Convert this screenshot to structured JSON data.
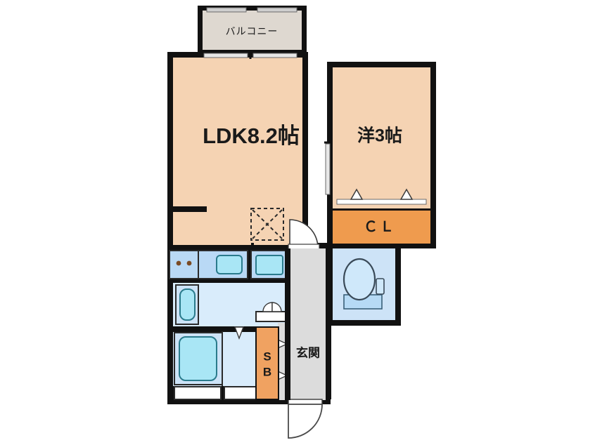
{
  "plan": {
    "title": "Apartment floor plan",
    "type": "1LDK",
    "rooms": [
      {
        "id": "balcony",
        "label": "バルコニー",
        "fill": "#ded8d0"
      },
      {
        "id": "ldk",
        "label": "LDK8.2帖",
        "area_jo": 8.2,
        "fill": "#f5d3b3"
      },
      {
        "id": "western-room",
        "label": "洋3帖",
        "area_jo": 3,
        "fill": "#f5d3b3"
      },
      {
        "id": "closet",
        "label": "ＣＬ",
        "fill": "#ef9b4e"
      },
      {
        "id": "shoe-box",
        "label": "SB",
        "fill": "#f0a261"
      },
      {
        "id": "entrance",
        "label": "玄関",
        "fill": "#dcdcdc"
      },
      {
        "id": "toilet",
        "label": "",
        "fill": "#cde3f7"
      },
      {
        "id": "bath",
        "label": "",
        "fill": "#cde3f7"
      },
      {
        "id": "washroom",
        "label": "",
        "fill": "#d9ecfb"
      },
      {
        "id": "kitchen",
        "label": "",
        "fill": "#b9d9f5"
      }
    ],
    "colors": {
      "wall": "#111111",
      "living_fill": "#f5d3b3",
      "balcony_fill": "#ded8d0",
      "closet_fill": "#ef9b4e",
      "shoebox_fill": "#f0a261",
      "entrance_fill": "#dcdcdc",
      "water_fill": "#cde3f7",
      "water_fill_light": "#d9ecfb",
      "kitchen_fill": "#b9d9f5",
      "fixture_fill": "#a9e6f5",
      "background": "#ffffff",
      "text": "#1a1a1a",
      "door_line": "#3a3a3a"
    },
    "labels": {
      "balcony": "バルコニー",
      "ldk": "LDK8.2帖",
      "western_room": "洋3帖",
      "closet": "ＣＬ",
      "shoe_box_line1": "S",
      "shoe_box_line2": "B",
      "entrance": "玄関"
    },
    "fixtures": [
      {
        "name": "gas-stove",
        "burners": 2
      },
      {
        "name": "kitchen-sink"
      },
      {
        "name": "washing-machine-space"
      },
      {
        "name": "bathtub"
      },
      {
        "name": "vanity-sink"
      },
      {
        "name": "toilet-bowl"
      },
      {
        "name": "entry-door"
      },
      {
        "name": "balcony-window"
      }
    ]
  }
}
